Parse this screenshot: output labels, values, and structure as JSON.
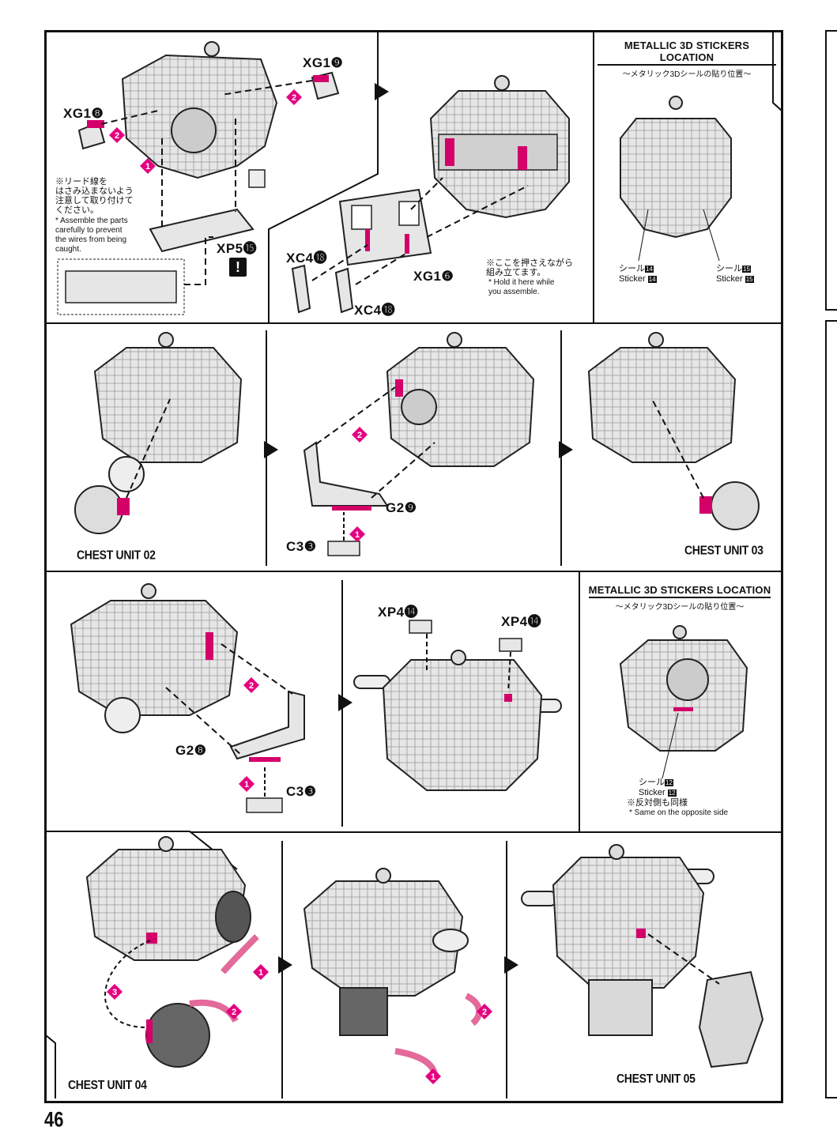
{
  "page_number": "46",
  "stickers_title_1": "METALLIC 3D STICKERS LOCATION",
  "stickers_subtitle_1": "〜メタリック3Dシールの貼り位置〜",
  "stickers_title_2": "METALLIC 3D STICKERS LOCATION",
  "stickers_subtitle_2": "〜メタリック3Dシールの貼り位置〜",
  "parts": {
    "xg1_9": "XG1",
    "xg1_8": "XG1",
    "xp5_15": "XP5",
    "xc4_18a": "XC4",
    "xc4_18b": "XC4",
    "xg1_6": "XG1",
    "g2_9": "G2",
    "c3_3a": "C3",
    "g2_8": "G2",
    "c3_3b": "C3",
    "xp4_14a": "XP4",
    "xp4_14b": "XP4"
  },
  "part_nums": {
    "xg1_9": "❾",
    "xg1_8": "❽",
    "xp5_15": "⓯",
    "xc4_18": "⓲",
    "xg1_6": "❻",
    "g2_9": "❾",
    "c3_3": "❸",
    "g2_8": "❽",
    "xp4_14": "⓮"
  },
  "notes": {
    "wire_jp": "※リード線を\nはさみ込まないよう\n注意して取り付けて\nください。",
    "wire_en": "* Assemble the parts\ncarefully to prevent\nthe wires from being\ncaught.",
    "hold_jp": "※ここを押さえながら\n組み立てます。",
    "hold_en": "* Hold it here while\nyou assemble.",
    "opposite_jp": "※反対側も同様",
    "opposite_en": "* Same on the opposite side"
  },
  "stickers": {
    "s14_jp": "シール",
    "s14_en": "Sticker",
    "s15_jp": "シール",
    "s15_en": "Sticker",
    "s12_jp": "シール",
    "s12_en": "Sticker",
    "n14": "14",
    "n15": "15",
    "n12": "12"
  },
  "units": {
    "u02": "CHEST UNIT 02",
    "u03": "CHEST UNIT 03",
    "u04": "CHEST UNIT 04",
    "u05": "CHEST UNIT 05"
  },
  "colors": {
    "accent": "#d4006a",
    "ink": "#111111",
    "body": "#d9d9d9"
  }
}
